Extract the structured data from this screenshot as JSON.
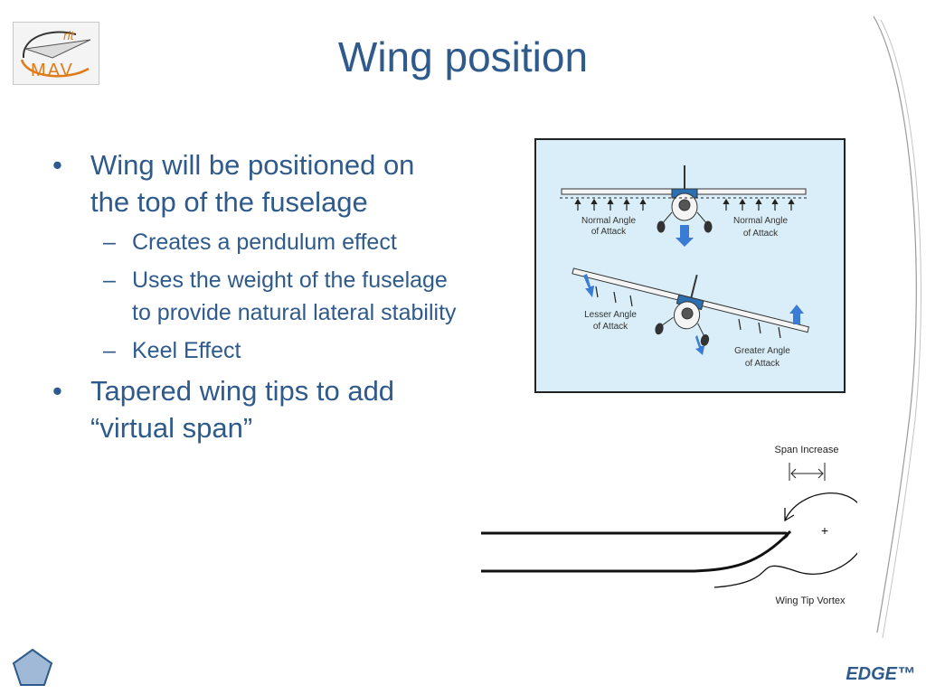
{
  "logo": {
    "top_text": "rit",
    "bottom_text": "MAV"
  },
  "title": "Wing position",
  "bullets": [
    {
      "text": "Wing will be positioned on the top of the fuselage",
      "subs": [
        "Creates a pendulum effect",
        "Uses the weight of the fuselage to provide natural lateral stability",
        "Keel Effect"
      ]
    },
    {
      "text": "Tapered wing tips to add “virtual span”",
      "subs": []
    }
  ],
  "markers": {
    "bullet": "•",
    "dash": "–"
  },
  "diagram_top": {
    "labels": {
      "normal_left": [
        "Normal Angle",
        "of Attack"
      ],
      "normal_right": [
        "Normal Angle",
        "of Attack"
      ],
      "lesser": [
        "Lesser Angle",
        "of Attack"
      ],
      "greater": [
        "Greater Angle",
        "of Attack"
      ]
    },
    "background": "#d9eef8",
    "accent": "#3a7bd5"
  },
  "diagram_span": {
    "span_label": "Span Increase",
    "vortex_label": "Wing Tip Vortex",
    "plus": "+"
  },
  "footer": {
    "brand": "EDGE™"
  },
  "icons": [
    "pentagon-icon",
    "logo-paper-plane-icon"
  ],
  "colors": {
    "text": "#2e5a8c",
    "logo_orange": "#e07b1a"
  }
}
